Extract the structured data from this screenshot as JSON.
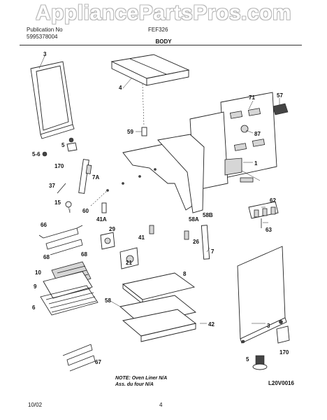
{
  "watermark": "AppliancePartsPros.com",
  "header": {
    "publication_label": "Publication No",
    "publication_number": "5995378004",
    "model": "FEF326",
    "section_title": "BODY"
  },
  "callouts": [
    "3",
    "4",
    "57",
    "71",
    "59",
    "87",
    "5",
    "5-6",
    "170",
    "7A",
    "1",
    "37",
    "15",
    "60",
    "62",
    "41A",
    "58A",
    "58B",
    "66",
    "63",
    "29",
    "41",
    "26",
    "7",
    "68",
    "68",
    "21",
    "10",
    "8",
    "9",
    "6",
    "58",
    "42",
    "3",
    "5",
    "170",
    "67"
  ],
  "note": {
    "line1": "NOTE: Oven Liner N/A",
    "line2": "Ass. du four N/A"
  },
  "diagram_code": "L20V0016",
  "footer": {
    "date": "10/02",
    "page": "4"
  }
}
